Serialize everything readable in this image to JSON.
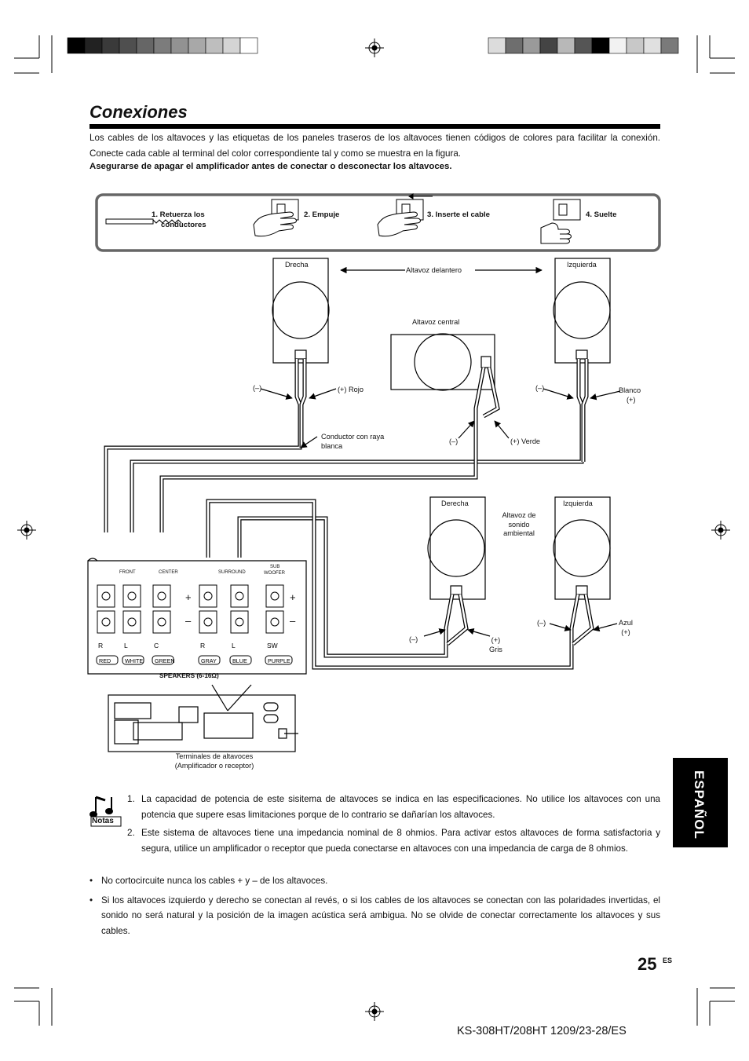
{
  "page": {
    "title": "Conexiones",
    "intro": "Los cables de los altavoces y las etiquetas de los paneles traseros de los altavoces tienen códigos de colores para facilitar la conexión. Conecte cada cable al terminal del color correspondiente tal y como se muestra en la figura.",
    "warning": "Asegurarse de apagar el amplificador antes de conectar o desconectar los altavoces.",
    "side_tab": "ESPAÑOL",
    "page_number": "25",
    "page_suffix": "ES",
    "footer_code": "KS-308HT/208HT  1209/23-28/ES"
  },
  "color_bar": {
    "left": [
      "#000000",
      "#222222",
      "#3a3a3a",
      "#4f4f4f",
      "#666666",
      "#7c7c7c",
      "#929292",
      "#a8a8a8",
      "#bebebe",
      "#d4d4d4",
      "#ffffff"
    ],
    "right": [
      "#dcdcdc",
      "#6e6e6e",
      "#9a9a9a",
      "#444444",
      "#b8b8b8",
      "#555555",
      "#000000",
      "#f2f2f2",
      "#c8c8c8",
      "#e0e0e0",
      "#7a7a7a"
    ]
  },
  "steps": [
    {
      "label1": "1. Retuerza los",
      "label2": "conductores"
    },
    {
      "label1": "2. Empuje"
    },
    {
      "label1": "3. Inserte el cable"
    },
    {
      "label1": "4. Suelte"
    }
  ],
  "diagram": {
    "front_right": "Drecha",
    "front_left": "Izquierda",
    "front_label": "Altavoz delantero",
    "center_label": "Altavoz central",
    "minus": "(–)",
    "plus_red": "(+) Rojo",
    "white_label": "Blanco",
    "plus": "(+)",
    "stripe1": "Conductor con raya",
    "stripe2": "blanca",
    "plus_green": "(+) Verde",
    "surround_right": "Derecha",
    "surround_left": "Izquierda",
    "surround1": "Altavoz de",
    "surround2": "sonido",
    "surround3": "ambiental",
    "blue_label": "Azul",
    "gray_label": "Gris",
    "panel_front": "FRONT",
    "panel_center": "CENTER",
    "panel_surround": "SURROUND",
    "panel_sub1": "SUB",
    "panel_sub2": "WOOFER",
    "term_letters": [
      "R",
      "L",
      "C",
      "R",
      "L",
      "SW"
    ],
    "term_colors": [
      "RED",
      "WHITE",
      "GREEN",
      "GRAY",
      "BLUE",
      "PURPLE"
    ],
    "speakers_label": "SPEAKERS (6-16Ω)",
    "terminals1": "Terminales de altavoces",
    "terminals2": "(Amplificador o receptor)",
    "sign_plus": "+",
    "sign_minus": "–"
  },
  "notes_label": "Notas",
  "notes": [
    {
      "num": "1.",
      "text": "La capacidad de potencia de este sisitema de altavoces se indica en las especificaciones. No utilice los altavoces con una potencia que supere esas limitaciones porque de lo contrario se dañarían los altavoces."
    },
    {
      "num": "2.",
      "text": "Este sistema de altavoces tiene una impedancia nominal de 8 ohmios. Para activar estos altavoces de forma satisfactoria y segura, utilice un amplificador o receptor que pueda conectarse en altavoces con una impedancia de carga de 8 ohmios."
    }
  ],
  "bullets": [
    {
      "mark": "•",
      "text": "No cortocircuite nunca los cables + y – de los altavoces."
    },
    {
      "mark": "•",
      "text": "Si los altavoces izquierdo y derecho se conectan al revés, o si los cables de los altavoces se conectan con las polaridades invertidas, el sonido no será natural y la posición de la imagen acústica será ambigua. No se olvide de conectar correctamente los altavoces y sus cables."
    }
  ]
}
